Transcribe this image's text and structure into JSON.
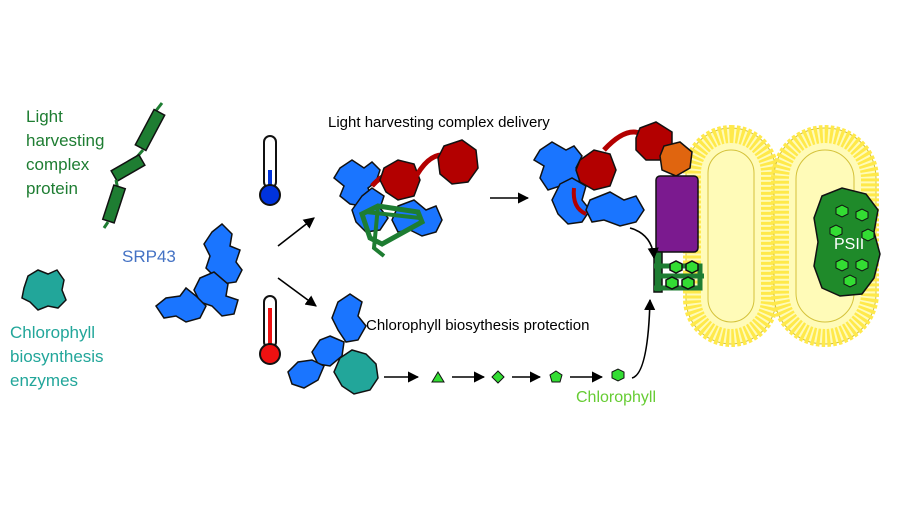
{
  "labels": {
    "lhc_protein": [
      "Light",
      "harvesting",
      "complex",
      "protein"
    ],
    "srp43": "SRP43",
    "enzymes": [
      "Chlorophyll",
      "biosynthesis",
      "enzymes"
    ],
    "delivery": "Light harvesting complex delivery",
    "protection": "Chlorophyll biosythesis protection",
    "chlorophyll": "Chlorophyll",
    "psii": "PSII"
  },
  "colors": {
    "lhc_green": "#1e7d32",
    "srp43_blue": "#1a75ff",
    "srp43_label": "#4472c4",
    "enzyme_teal": "#22a69a",
    "chlorophyll_green": "#66cc33",
    "cpsrp54_red": "#b30000",
    "orange": "#e0650f",
    "alb3_purple": "#7b1a8f",
    "membrane_yellow": "#ffe94a",
    "lumen_fill": "#fffbb8",
    "psii_green": "#1f8a2a",
    "cold_blue": "#0033dd",
    "hot_red": "#ee1111"
  },
  "icons": [
    "thermometer-cold-icon",
    "thermometer-hot-icon"
  ]
}
